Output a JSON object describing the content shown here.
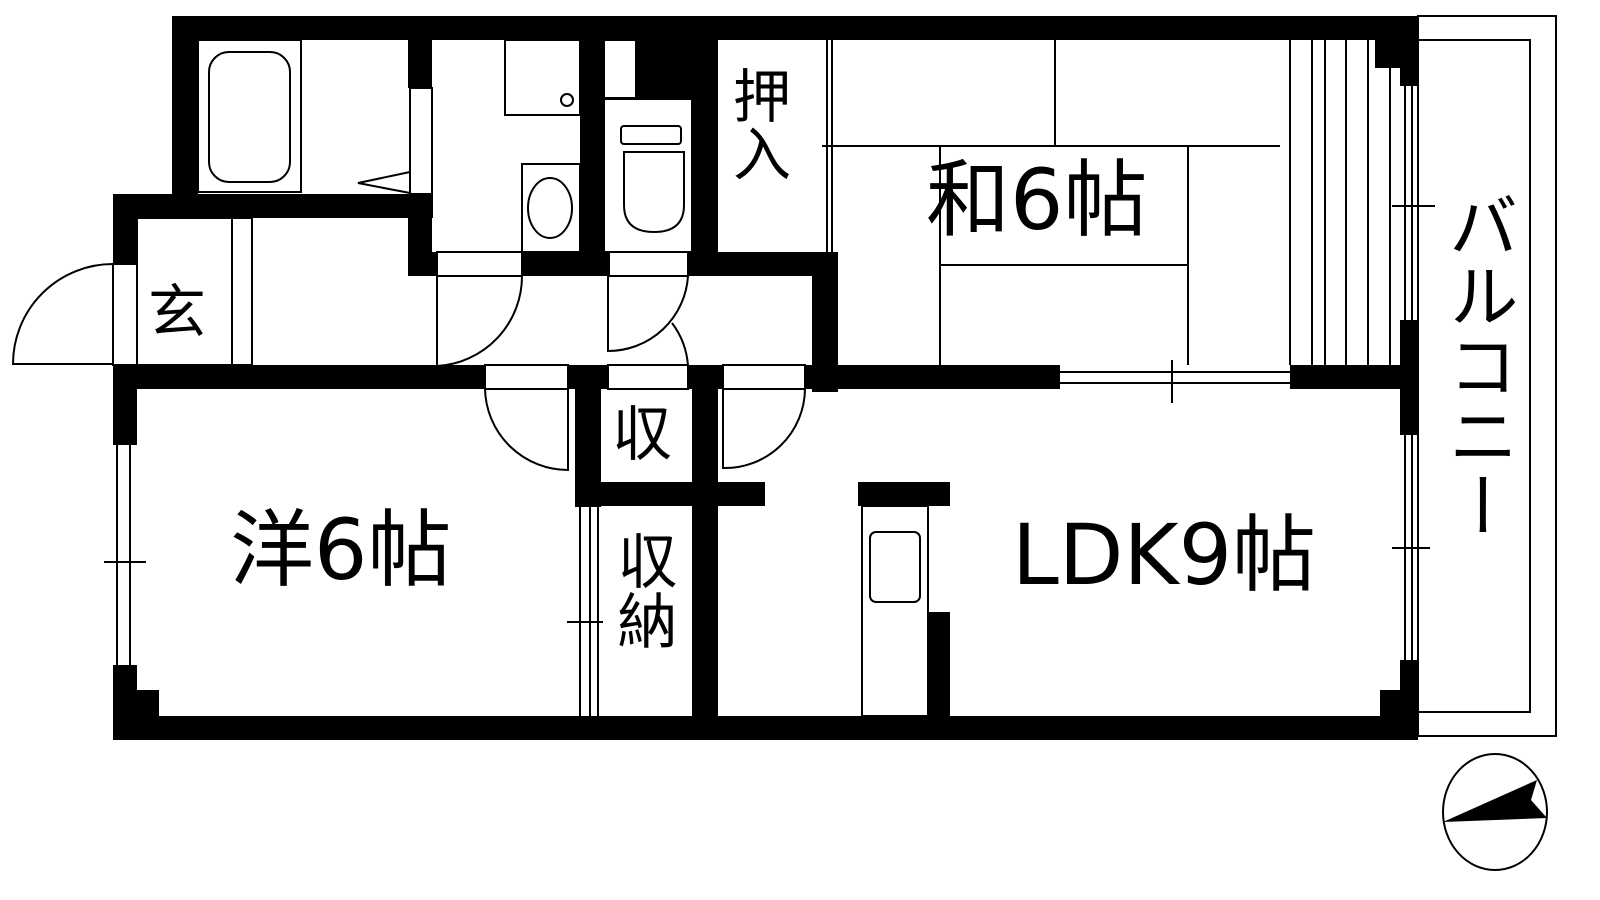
{
  "plan": {
    "colors": {
      "wall": "#000000",
      "line": "#000000",
      "background": "#ffffff"
    },
    "rooms": [
      {
        "id": "entrance",
        "label": "玄"
      },
      {
        "id": "closet-oshiire",
        "label": "押入"
      },
      {
        "id": "japanese-room",
        "label": "和6帖"
      },
      {
        "id": "western-room",
        "label": "洋6帖"
      },
      {
        "id": "small-storage",
        "label": "収"
      },
      {
        "id": "storage",
        "label": "収納"
      },
      {
        "id": "ldk",
        "label": "LDK9帖"
      },
      {
        "id": "balcony",
        "label": "バルコニー"
      }
    ],
    "compass": {
      "icon": "north-arrow-icon"
    }
  }
}
